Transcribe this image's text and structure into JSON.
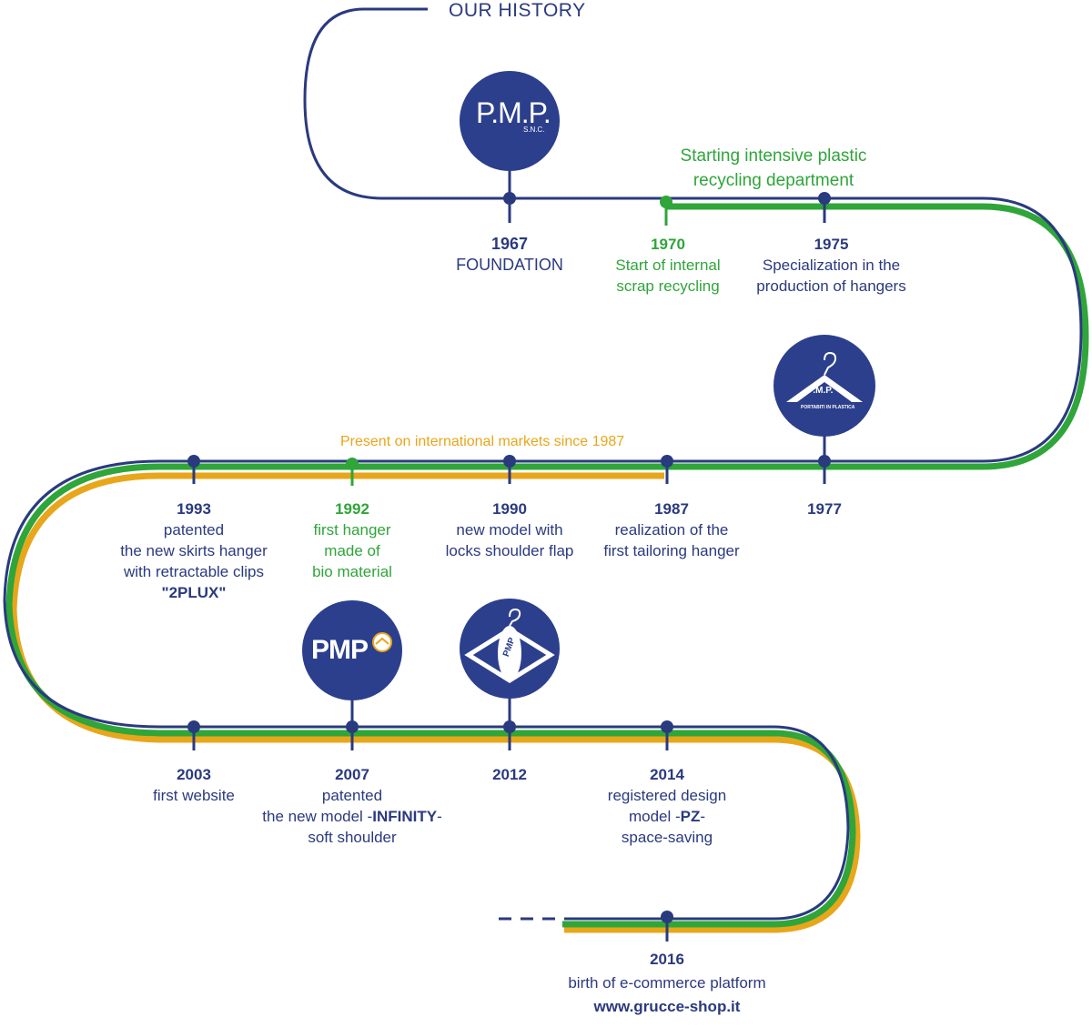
{
  "title": "OUR HISTORY",
  "notes": {
    "recycling": [
      "Starting intensive plastic",
      "recycling department"
    ],
    "international": "Present on international markets since 1987"
  },
  "logos": {
    "snc": {
      "main": "P.M.P.",
      "sub": "S.N.C.",
      "icon": "pmp-snc-logo-icon"
    },
    "hanger": {
      "main": "P.M.P.",
      "sub": "PORTABITI IN PLASTICA",
      "icon": "hanger-logo-icon"
    },
    "pmp": {
      "main": "PMP",
      "icon": "pmp-logo-icon"
    },
    "oval": {
      "main": "PMP",
      "icon": "hanger-oval-logo-icon"
    }
  },
  "events": [
    {
      "id": "1967",
      "year": "1967",
      "lines": [
        "FOUNDATION"
      ],
      "color": "blue"
    },
    {
      "id": "1970",
      "year": "1970",
      "lines": [
        "Start of internal",
        "scrap recycling"
      ],
      "color": "green"
    },
    {
      "id": "1975",
      "year": "1975",
      "lines": [
        "Specialization in the",
        "production of hangers"
      ],
      "color": "blue"
    },
    {
      "id": "1977",
      "year": "1977",
      "lines": [],
      "color": "blue"
    },
    {
      "id": "1987",
      "year": "1987",
      "lines": [
        "realization of the",
        "first tailoring hanger"
      ],
      "color": "blue"
    },
    {
      "id": "1990",
      "year": "1990",
      "lines": [
        "new model with",
        "locks shoulder flap"
      ],
      "color": "blue"
    },
    {
      "id": "1992",
      "year": "1992",
      "lines": [
        "first hanger",
        "made of",
        "bio material"
      ],
      "color": "green"
    },
    {
      "id": "1993",
      "year": "1993",
      "lines": [
        "patented",
        "the new skirts hanger",
        "with retractable clips"
      ],
      "bold": "\"2PLUX\"",
      "color": "blue"
    },
    {
      "id": "2003",
      "year": "2003",
      "lines": [
        "first website"
      ],
      "color": "blue"
    },
    {
      "id": "2007",
      "year": "2007",
      "lines": [
        "patented"
      ],
      "line2_pre": "the new model -",
      "line2_bold": "INFINITY",
      "line2_post": "-",
      "line3": "soft shoulder",
      "color": "blue"
    },
    {
      "id": "2012",
      "year": "2012",
      "lines": [],
      "color": "blue"
    },
    {
      "id": "2014",
      "year": "2014",
      "lines": [
        "registered design"
      ],
      "line2_pre": "model -",
      "line2_bold": "PZ",
      "line2_post": "-",
      "line3": "space-saving",
      "color": "blue"
    },
    {
      "id": "2016",
      "year": "2016",
      "lines": [
        "birth of e-commerce platform"
      ],
      "bold": "www.grucce-shop.it",
      "color": "blue"
    }
  ],
  "colors": {
    "blue": "#2a3a7f",
    "green": "#2fa53a",
    "orange": "#e8a61a",
    "logo": "#2c3f8c"
  }
}
